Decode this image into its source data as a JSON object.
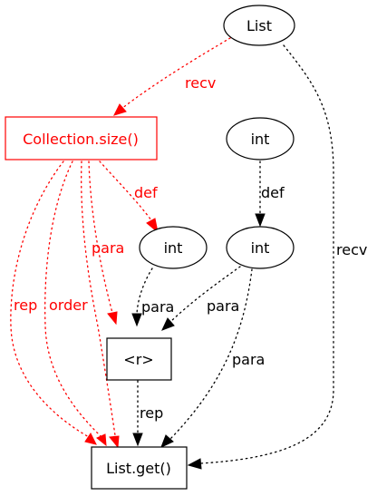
{
  "colors": {
    "highlight": "#ff0000",
    "default": "#000000",
    "background": "#ffffff"
  },
  "nodes": {
    "list": "List",
    "collection_size": "Collection.size()",
    "int_top": "int",
    "int_left": "int",
    "int_right": "int",
    "r": "<r>",
    "list_get": "List.get()"
  },
  "edges": {
    "recv_list_to_collection": "recv",
    "recv_list_to_get": "recv",
    "def_collection_to_int": "def",
    "def_int_to_int": "def",
    "para_collection_to_get": "para",
    "rep_collection_to_get": "rep",
    "order_collection_to_get": "order",
    "para_int_left_to_r": "para",
    "para_int_right_to_r": "para",
    "para_int_right_to_get": "para",
    "rep_r_to_get": "rep"
  }
}
